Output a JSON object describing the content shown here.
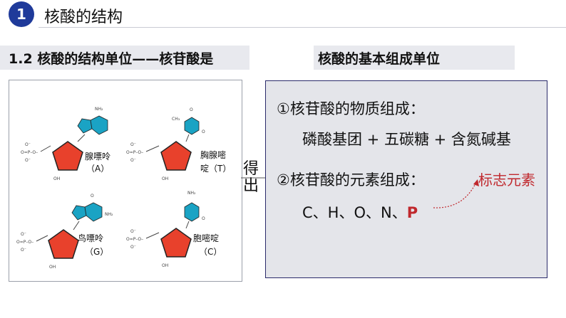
{
  "header": {
    "section_number": "1",
    "title": "核酸的结构"
  },
  "left_heading": "1.2 核酸的结构单位——核苷酸是",
  "right_heading": "核酸的基本组成单位",
  "connector_label": {
    "line1": "得",
    "line2": "出"
  },
  "panel": {
    "line1": "①核苷酸的物质组成：",
    "line2": "磷酸基团 +   五碳糖 + 含氮碱基",
    "line3": "②核苷酸的元素组成：",
    "elements_prefix": "C、H、O、N、",
    "elements_highlight": "P",
    "annotation": "标志元素"
  },
  "nucleotides": [
    {
      "name_line1": "腺嘌呤",
      "name_line2": "（A）"
    },
    {
      "name_line1": "胸腺嘧",
      "name_line2": "啶（T）"
    },
    {
      "name_line1": "鸟嘌呤",
      "name_line2": "（G）"
    },
    {
      "name_line1": "胞嘧啶",
      "name_line2": "（C）"
    }
  ],
  "chem_labels": {
    "phosphate_O_minus": "O⁻",
    "phosphate": "O=P–O–",
    "oh": "OH",
    "nh2": "NH₂",
    "o": "O",
    "ch3": "CH₃"
  },
  "colors": {
    "title_blue": "#1f3a9a",
    "sugar_red": "#e8412c",
    "base_cyan": "#1aa3c4",
    "highlight_red": "#c0282d",
    "panel_border": "#2a2a6a"
  }
}
